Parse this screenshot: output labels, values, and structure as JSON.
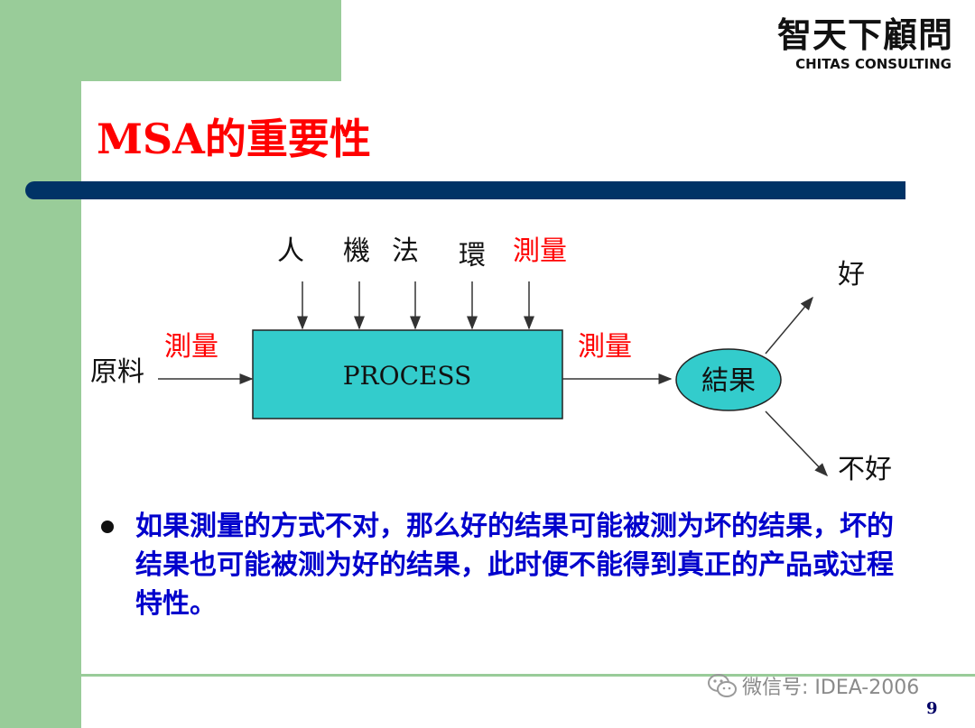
{
  "logo": {
    "chinese": "智天下顧問",
    "english": "CHITAS CONSULTING"
  },
  "title": "MSA的重要性",
  "diagram": {
    "inputs_top": [
      {
        "label": "人",
        "color": "#111111"
      },
      {
        "label": "機",
        "color": "#111111"
      },
      {
        "label": "法",
        "color": "#111111"
      },
      {
        "label": "環",
        "color": "#111111"
      },
      {
        "label": "測量",
        "color": "#ff0000"
      }
    ],
    "raw_material": "原料",
    "measure_in": "測量",
    "process": "PROCESS",
    "measure_out": "測量",
    "result": "結果",
    "good": "好",
    "bad": "不好",
    "colors": {
      "process_fill": "#33cccc",
      "result_fill": "#33cccc",
      "measure_text": "#ff0000"
    }
  },
  "bullet": "如果測量的方式不对，那么好的结果可能被测为坏的结果，坏的结果也可能被测为好的结果，此时便不能得到真正的产品或过程特性。",
  "watermark": "微信号: IDEA-2006",
  "page_number": "9",
  "colors": {
    "sidebar_green": "#99cc99",
    "title_red": "#ff0000",
    "title_bar_navy": "#003366",
    "bullet_text_blue": "#0000cc"
  }
}
